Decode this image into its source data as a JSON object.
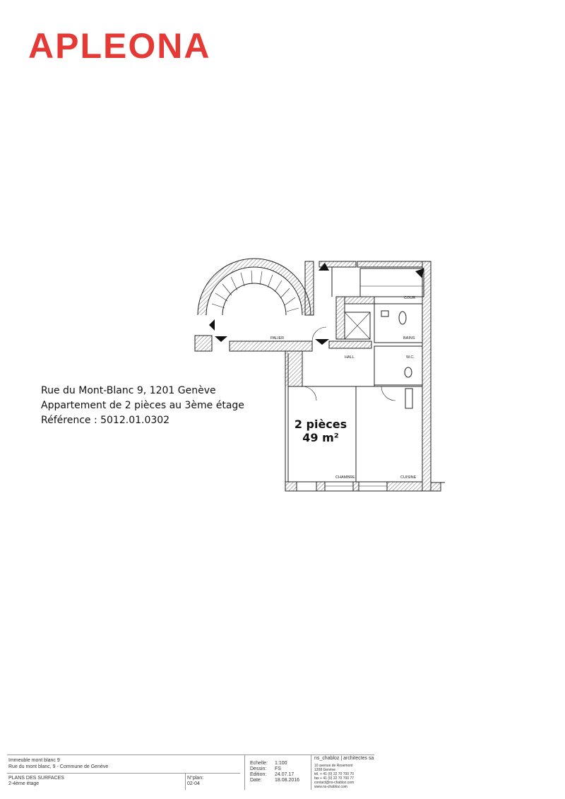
{
  "brand": {
    "logo_text": "APLEONA",
    "color": "#e53935"
  },
  "listing": {
    "line1": "Rue du Mont-Blanc 9, 1201 Genève",
    "line2": "Appartement de 2 pièces au 3ème étage",
    "line3": "Référence : 5012.01.0302"
  },
  "plan": {
    "rooms_label": "2 pièces",
    "area_label": "49 m²",
    "labels": {
      "palier": "PALIER",
      "hall": "HALL",
      "cour": "COUR",
      "bains": "BAINS",
      "wc": "W.C.",
      "chambre": "CHAMBRE",
      "cuisine": "CUISINE"
    }
  },
  "title_block": {
    "building": "Immeuble mont blanc 9",
    "address": "Rue du mont blanc, 9 - Commune de Genève",
    "plan_type": "PLANS DES SURFACES",
    "floor": "2-4ème étage",
    "plan_no_label": "N°plan:",
    "plan_no": "02-04",
    "scale_label": "Echelle:",
    "scale": "1:100",
    "drawing_label": "Dessin:",
    "drawing": "FS",
    "edition_label": "Edition:",
    "edition": "24.07.17",
    "date_label": "Date:",
    "date": "18.08.2016",
    "firm": "ns_chabloz | architectes sa",
    "firm_lines": [
      "10 avenue de Rosemont",
      "1208 Genève",
      "tél. + 41 (0) 22 70 700 70",
      "fax + 41 (0) 22 70 700 77",
      "contact@ns-chabloz.com",
      "www.ns-chabloz.com"
    ]
  }
}
